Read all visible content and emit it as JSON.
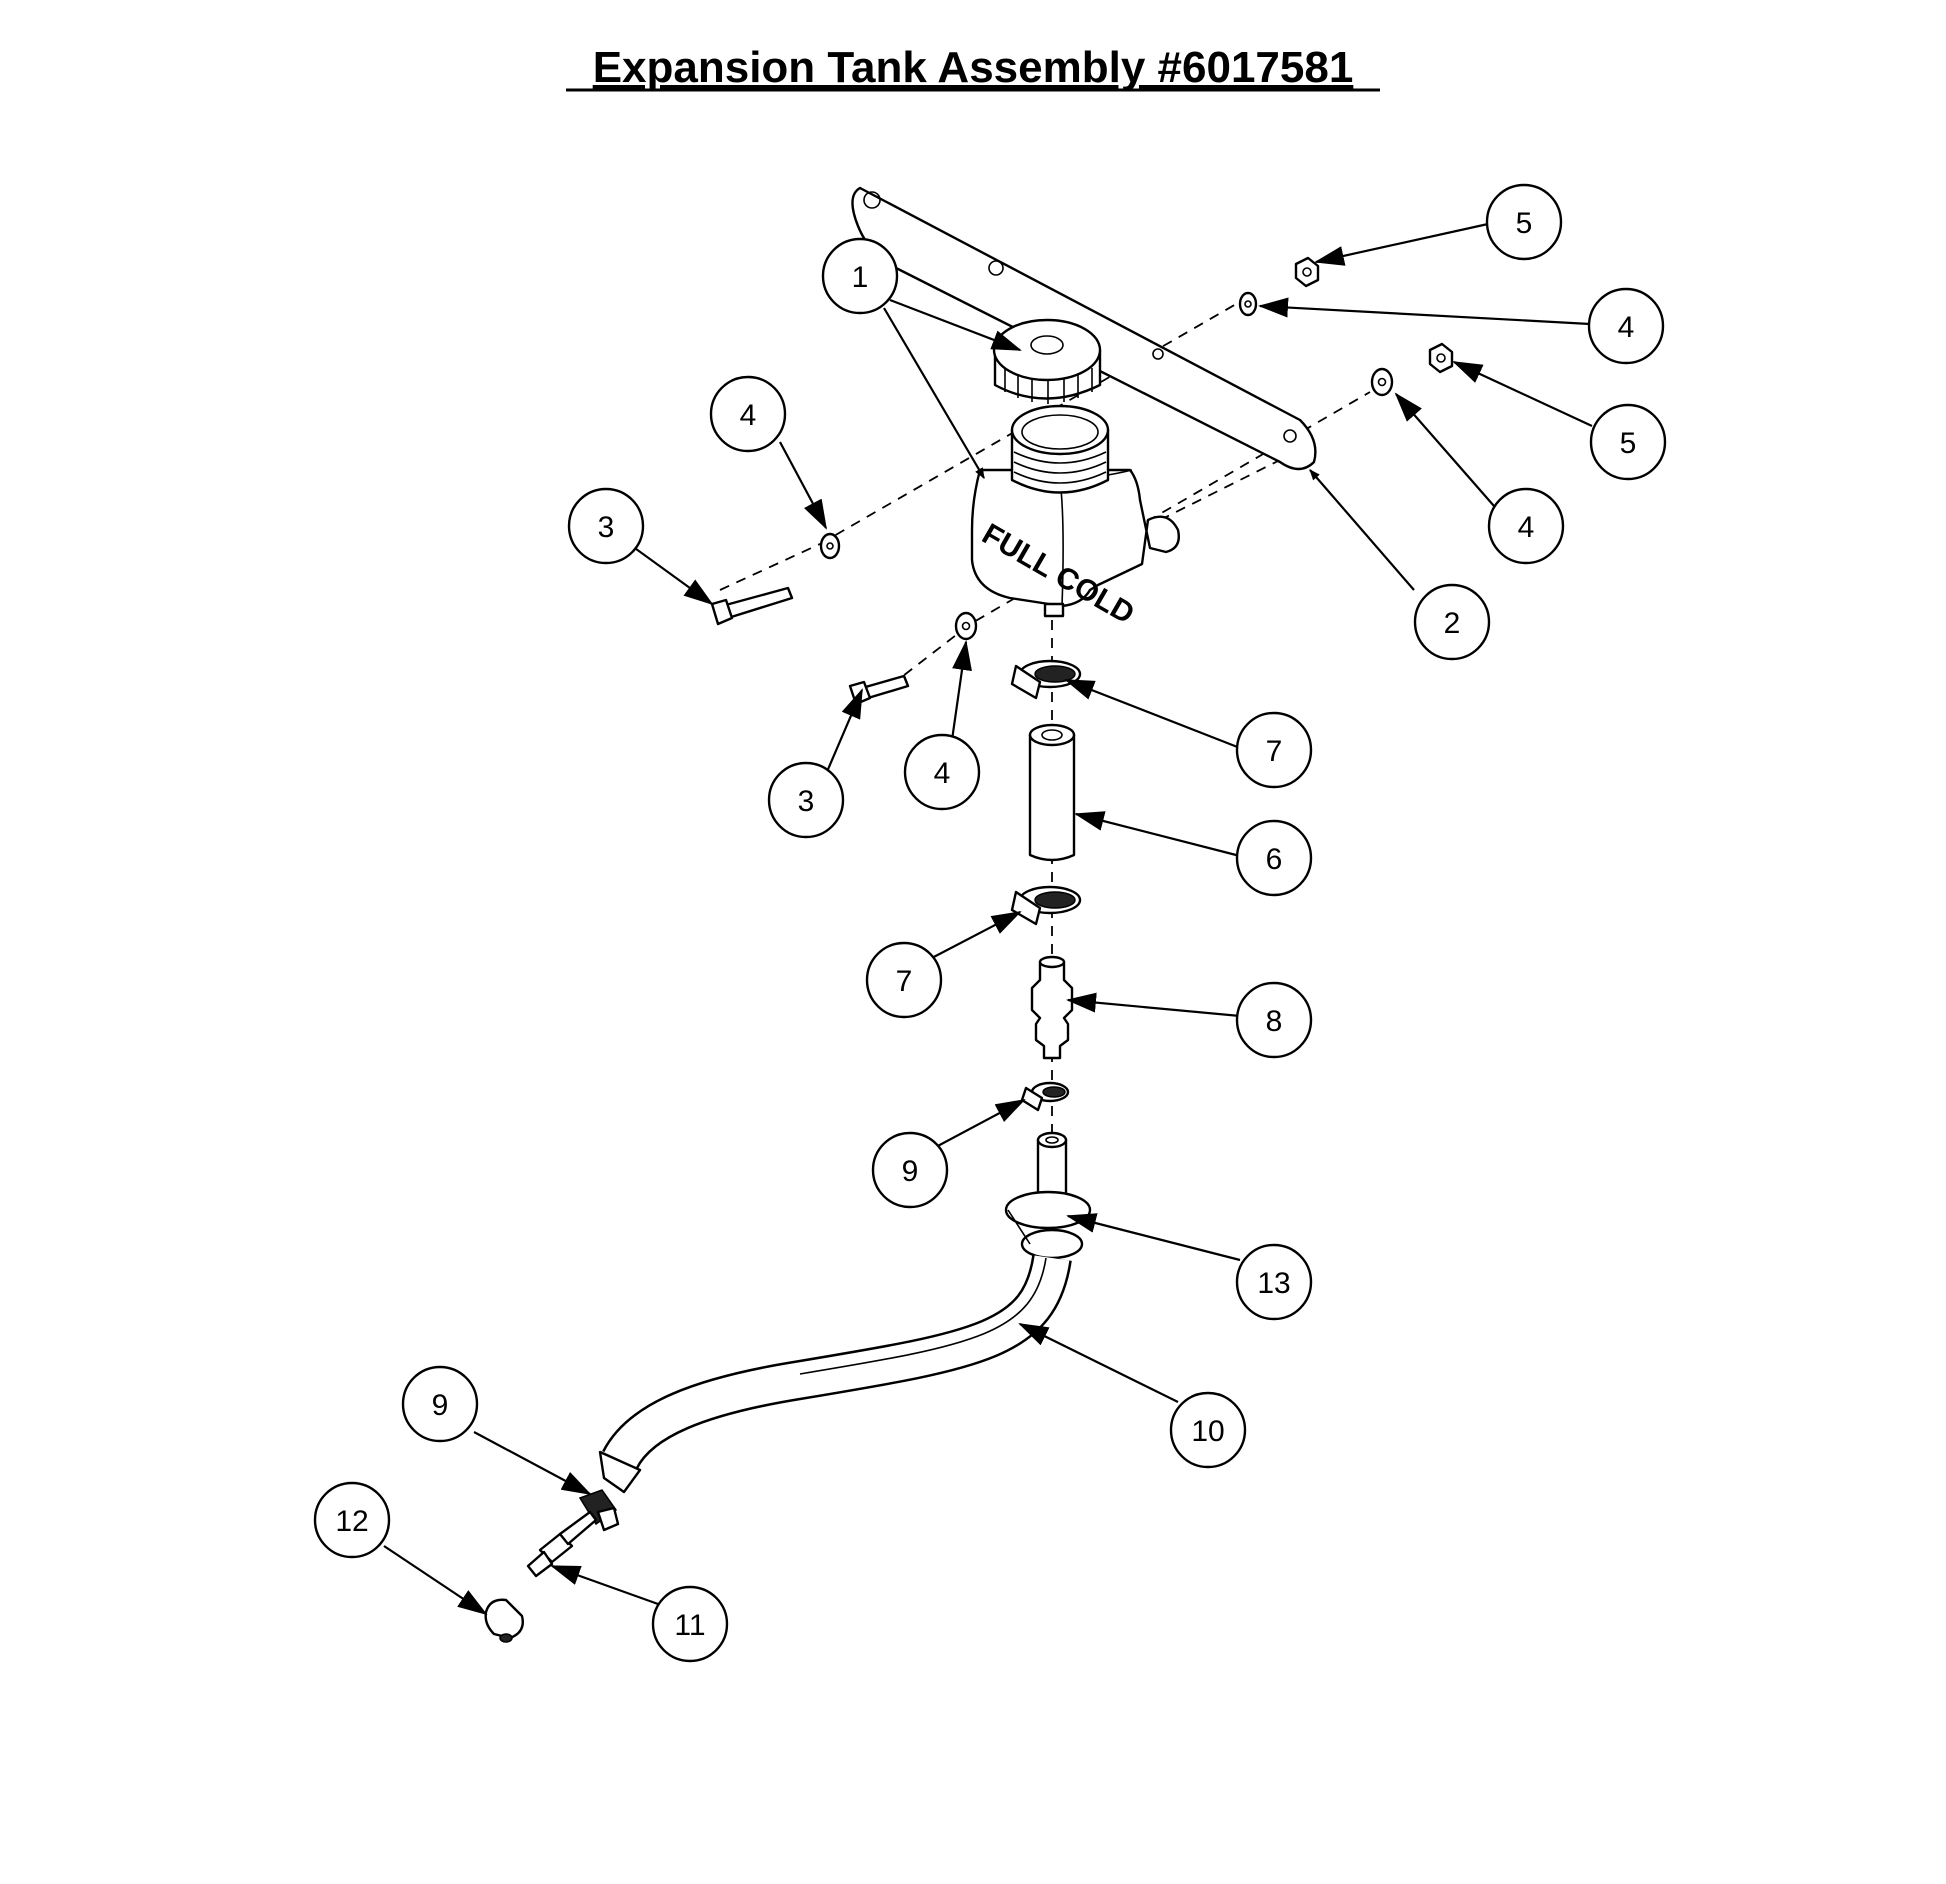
{
  "title": "Expansion Tank Assembly #6017581",
  "callouts": [
    "1",
    "2",
    "3",
    "3",
    "4",
    "4",
    "4",
    "4",
    "5",
    "5",
    "6",
    "7",
    "7",
    "8",
    "9",
    "9",
    "10",
    "11",
    "12",
    "13"
  ],
  "tank_label": "FULL COLD"
}
